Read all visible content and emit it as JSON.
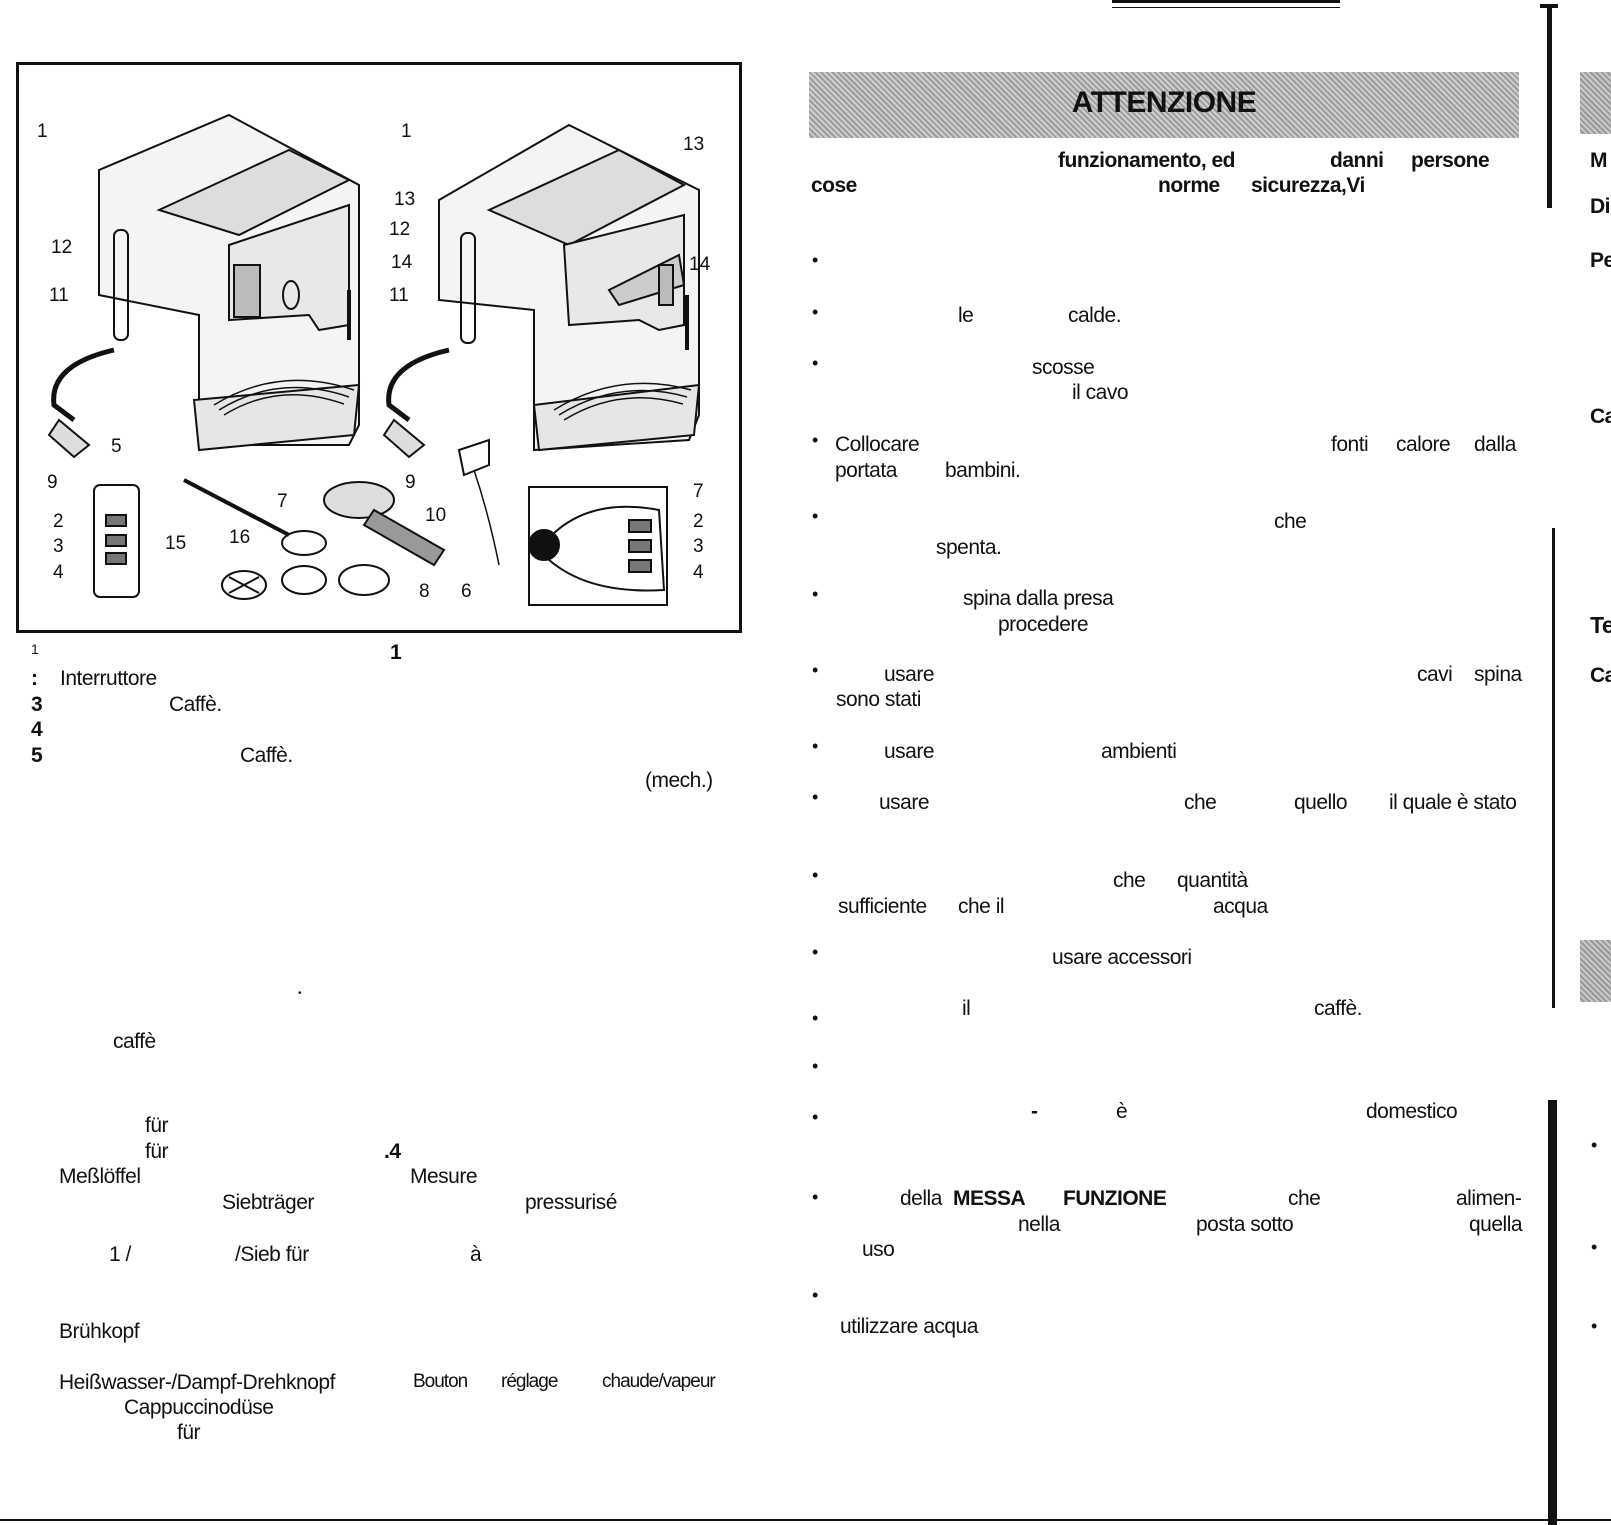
{
  "figure_callouts": [
    "1",
    "1",
    "13",
    "13",
    "12",
    "12",
    "14",
    "14",
    "11",
    "11",
    "9",
    "9",
    "7",
    "7",
    "5",
    "2",
    "3",
    "4",
    "2",
    "3",
    "4",
    "10",
    "15",
    "16",
    "8",
    "6"
  ],
  "left_col": {
    "header_num": "1",
    "markers": [
      "1",
      ":",
      "3",
      "4",
      "5"
    ],
    "l1": "Interruttore",
    "l2": "Caffè.",
    "l3": "Caffè.",
    "mech": "(mech.)",
    "dot": "•",
    "caffe": "caffè",
    "fur1": "für",
    "fur2": "für",
    "num4": ".4",
    "messloeffel": "Meßlöffel",
    "mesure": "Mesure",
    "siebtraeger": "Siebträger",
    "pressurise": "pressurisé",
    "frac": "1 /",
    "sieb_fuer": "/Sieb für",
    "a_grave": "à",
    "bruehkopf": "Brühkopf",
    "heisswasser": "Heißwasser-/Dampf-Drehknopf",
    "bouton": "Bouton",
    "reglage": "réglage",
    "chaude": "chaude/vapeur",
    "cappuccino": "Cappuccinodüse",
    "fur3": "für"
  },
  "right_col": {
    "banner": "ATTENZIONE",
    "intro1_a": "funzionamento, ed",
    "intro1_b": "danni",
    "intro1_c": "persone",
    "intro2_a": "cose",
    "intro2_b": "norme",
    "intro2_c": "sicurezza,Vi",
    "bullet": "•",
    "b2_le": "le",
    "b2_calde": "calde.",
    "b3_scosse": "scosse",
    "b3_cavo": "il cavo",
    "b4_collocare": "Collocare",
    "b4_fonti": "fonti",
    "b4_calore": "calore",
    "b4_dalla": "dalla",
    "b4_portata": "portata",
    "b4_bambini": "bambini.",
    "b5_che": "che",
    "b5_spenta": "spenta.",
    "b6_spina": "spina dalla presa",
    "b6_procedere": "procedere",
    "b7_usare": "usare",
    "b7_cavi": "cavi",
    "b7_spina": "spina",
    "b7_sono": "sono stati",
    "b8_usare": "usare",
    "b8_ambienti": "ambienti",
    "b9_usare": "usare",
    "b9_che": "che",
    "b9_quello": "quello",
    "b9_ilquale": "il quale è stato",
    "b10_che": "che",
    "b10_quantita": "quantità",
    "b10_sufficiente": "sufficiente",
    "b10_cheil": "che il",
    "b10_acqua": "acqua",
    "b11_usare": "usare accessori",
    "b12_il": "il",
    "b12_caffe": "caffè.",
    "b14_dash": "-",
    "b14_e": "è",
    "b14_domestico": "domestico",
    "b15_della": "della",
    "b15_messa": "MESSA",
    "b15_funzione": "FUNZIONE",
    "b15_che": "che",
    "b15_alimen": "alimen-",
    "b15_nella": "nella",
    "b15_posta": "posta sotto",
    "b15_quella": "quella",
    "b15_uso": "uso",
    "b16_utilizzare": "utilizzare acqua"
  },
  "edge_col": {
    "m": "M",
    "d": "Di",
    "p": "Pe",
    "c1": "Ca",
    "te": "Te",
    "c2": "Ca",
    "bullet": "•"
  }
}
